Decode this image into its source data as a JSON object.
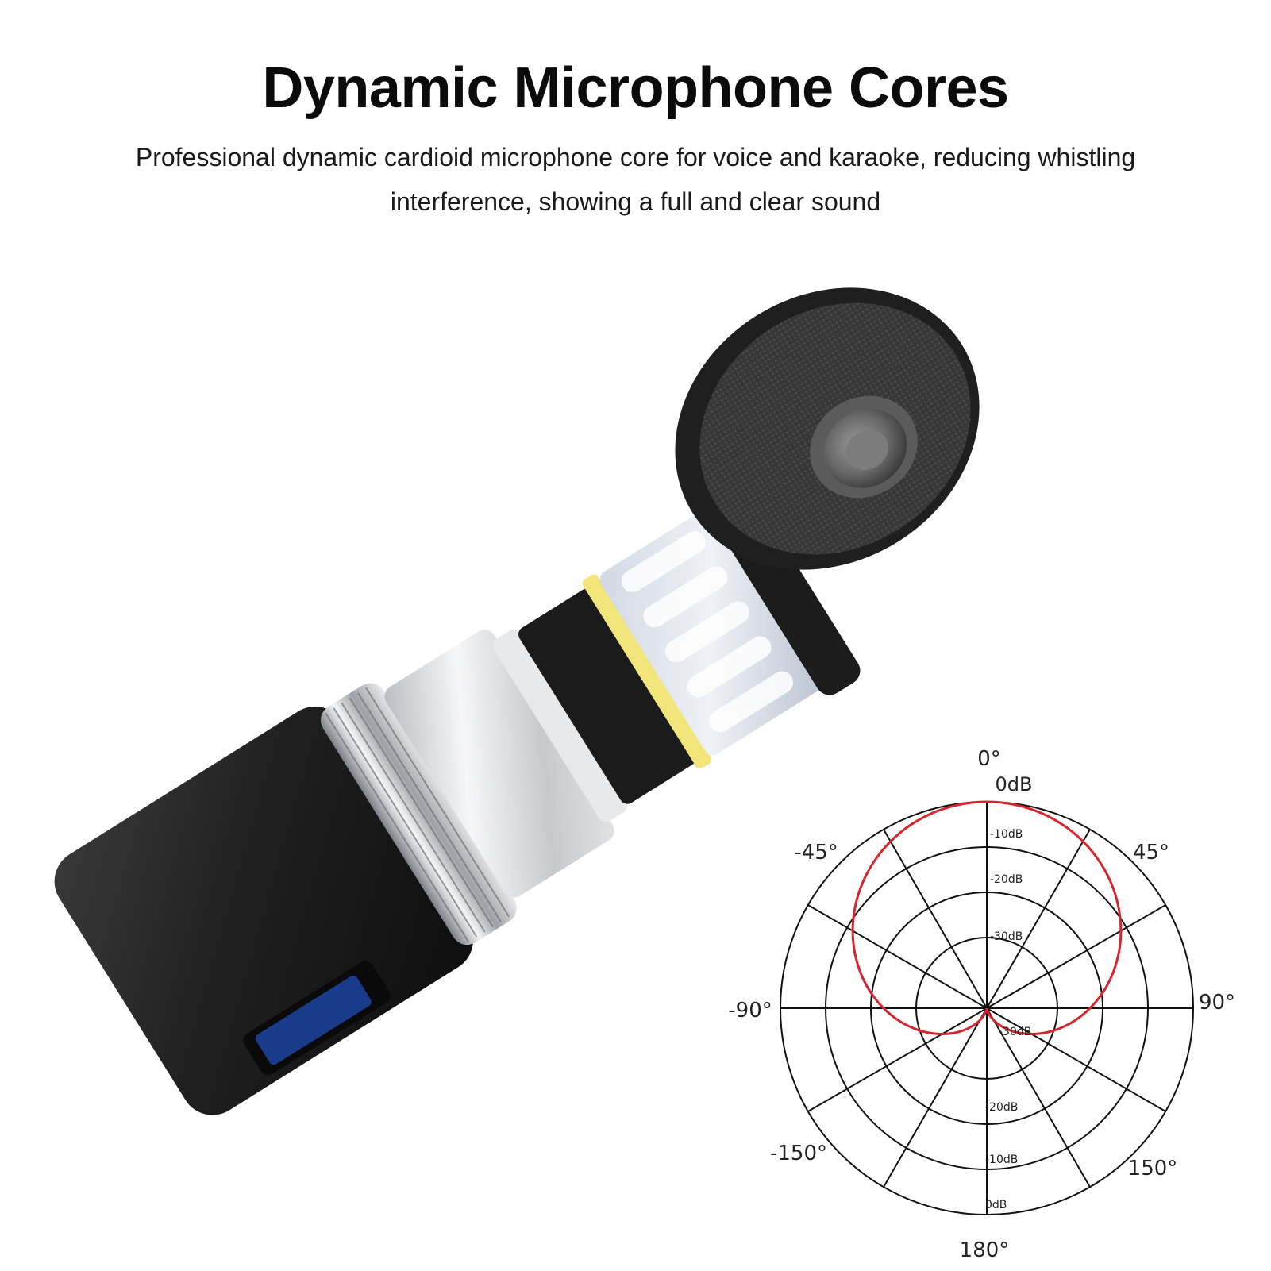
{
  "title": "Dynamic Microphone Cores",
  "description": "Professional dynamic cardioid microphone core for voice and karaoke, reducing whistling interference, showing a full and clear sound",
  "colors": {
    "pattern_line": "#d8242c",
    "capsule_ring": "#f2e67a",
    "body": "#1d1d1d",
    "metal": "#d6d8db"
  },
  "polar": {
    "angle_labels": {
      "top": "0°",
      "top_left": "-45°",
      "top_right": "45°",
      "left": "-90°",
      "right": "90°",
      "bottom_left": "-150°",
      "bottom_right": "150°",
      "bottom": "180°"
    },
    "db_labels": {
      "top_outer": "0dB",
      "top_10": "-10dB",
      "top_20": "-20dB",
      "top_30": "-30dB",
      "bottom_30": "-30dB",
      "bottom_20": "-20dB",
      "bottom_10": "-10dB",
      "bottom_outer": "0dB"
    },
    "pattern": "cardioid"
  }
}
